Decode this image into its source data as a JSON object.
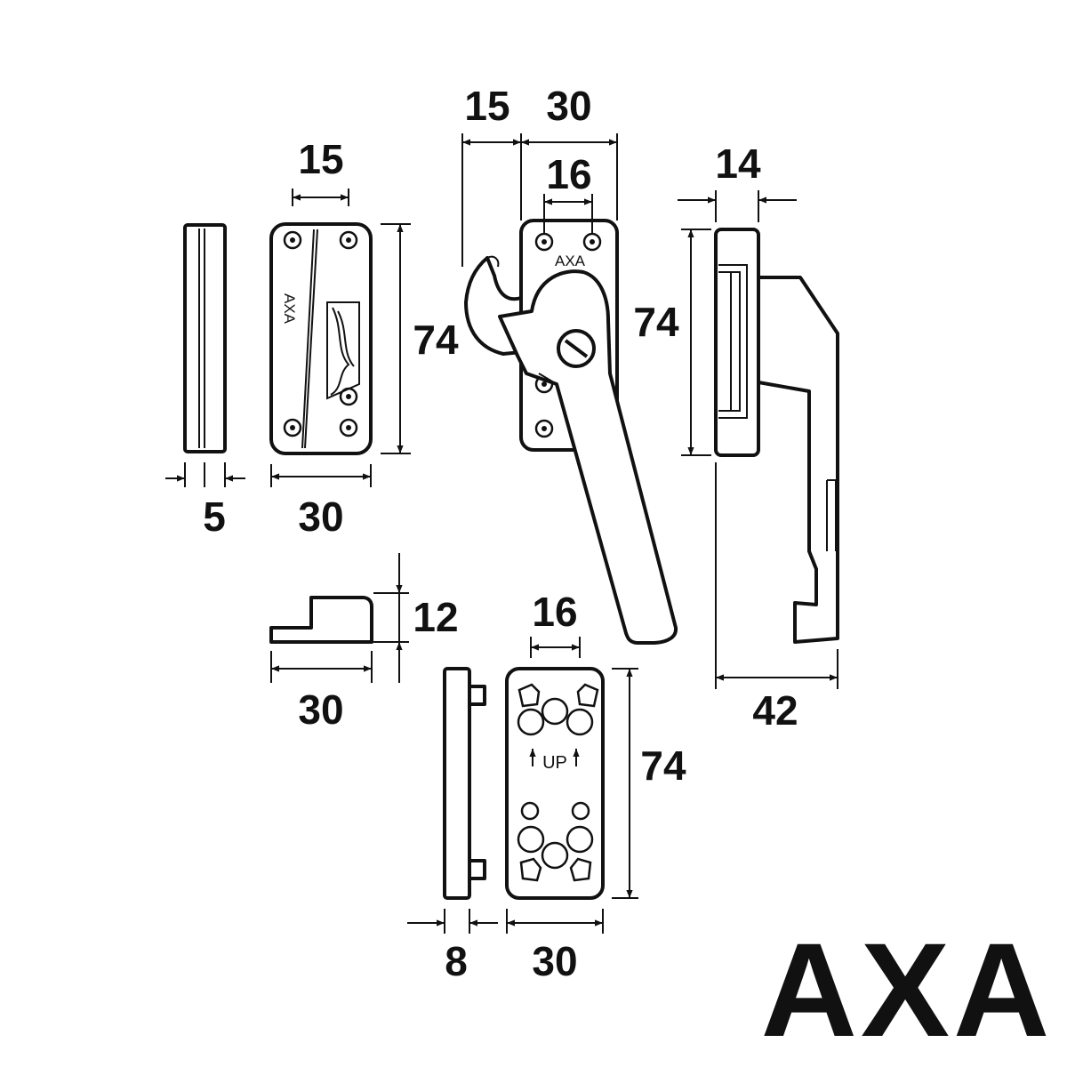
{
  "dimensions": {
    "keeper_thickness": "5",
    "keeper_plate_width": "30",
    "keeper_slot_width": "15",
    "keeper_height": "74",
    "handle_reach": "15",
    "handle_base_width": "30",
    "handle_hole_spacing": "16",
    "handle_height": "74",
    "side_thickness": "14",
    "side_depth": "42",
    "wedge_height": "12",
    "wedge_width": "30",
    "spacer_thickness": "8",
    "spacer_width": "30",
    "spacer_hole_spacing": "16",
    "spacer_height": "74"
  },
  "labels": {
    "brand_on_keeper": "AXA",
    "brand_on_handle": "AXA",
    "up_marker": "UP",
    "logo": "AXA"
  }
}
